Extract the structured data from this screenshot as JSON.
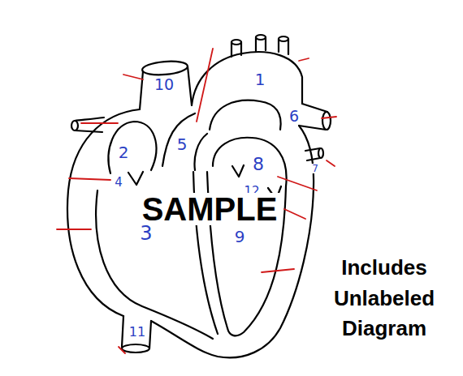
{
  "diagram": {
    "labels": [
      "10",
      "1",
      "6",
      "2",
      "5",
      "8",
      "7",
      "4",
      "12",
      "SAMPLE",
      "3",
      "9",
      "Includes Unlabeled Diagram",
      "11"
    ]
  }
}
